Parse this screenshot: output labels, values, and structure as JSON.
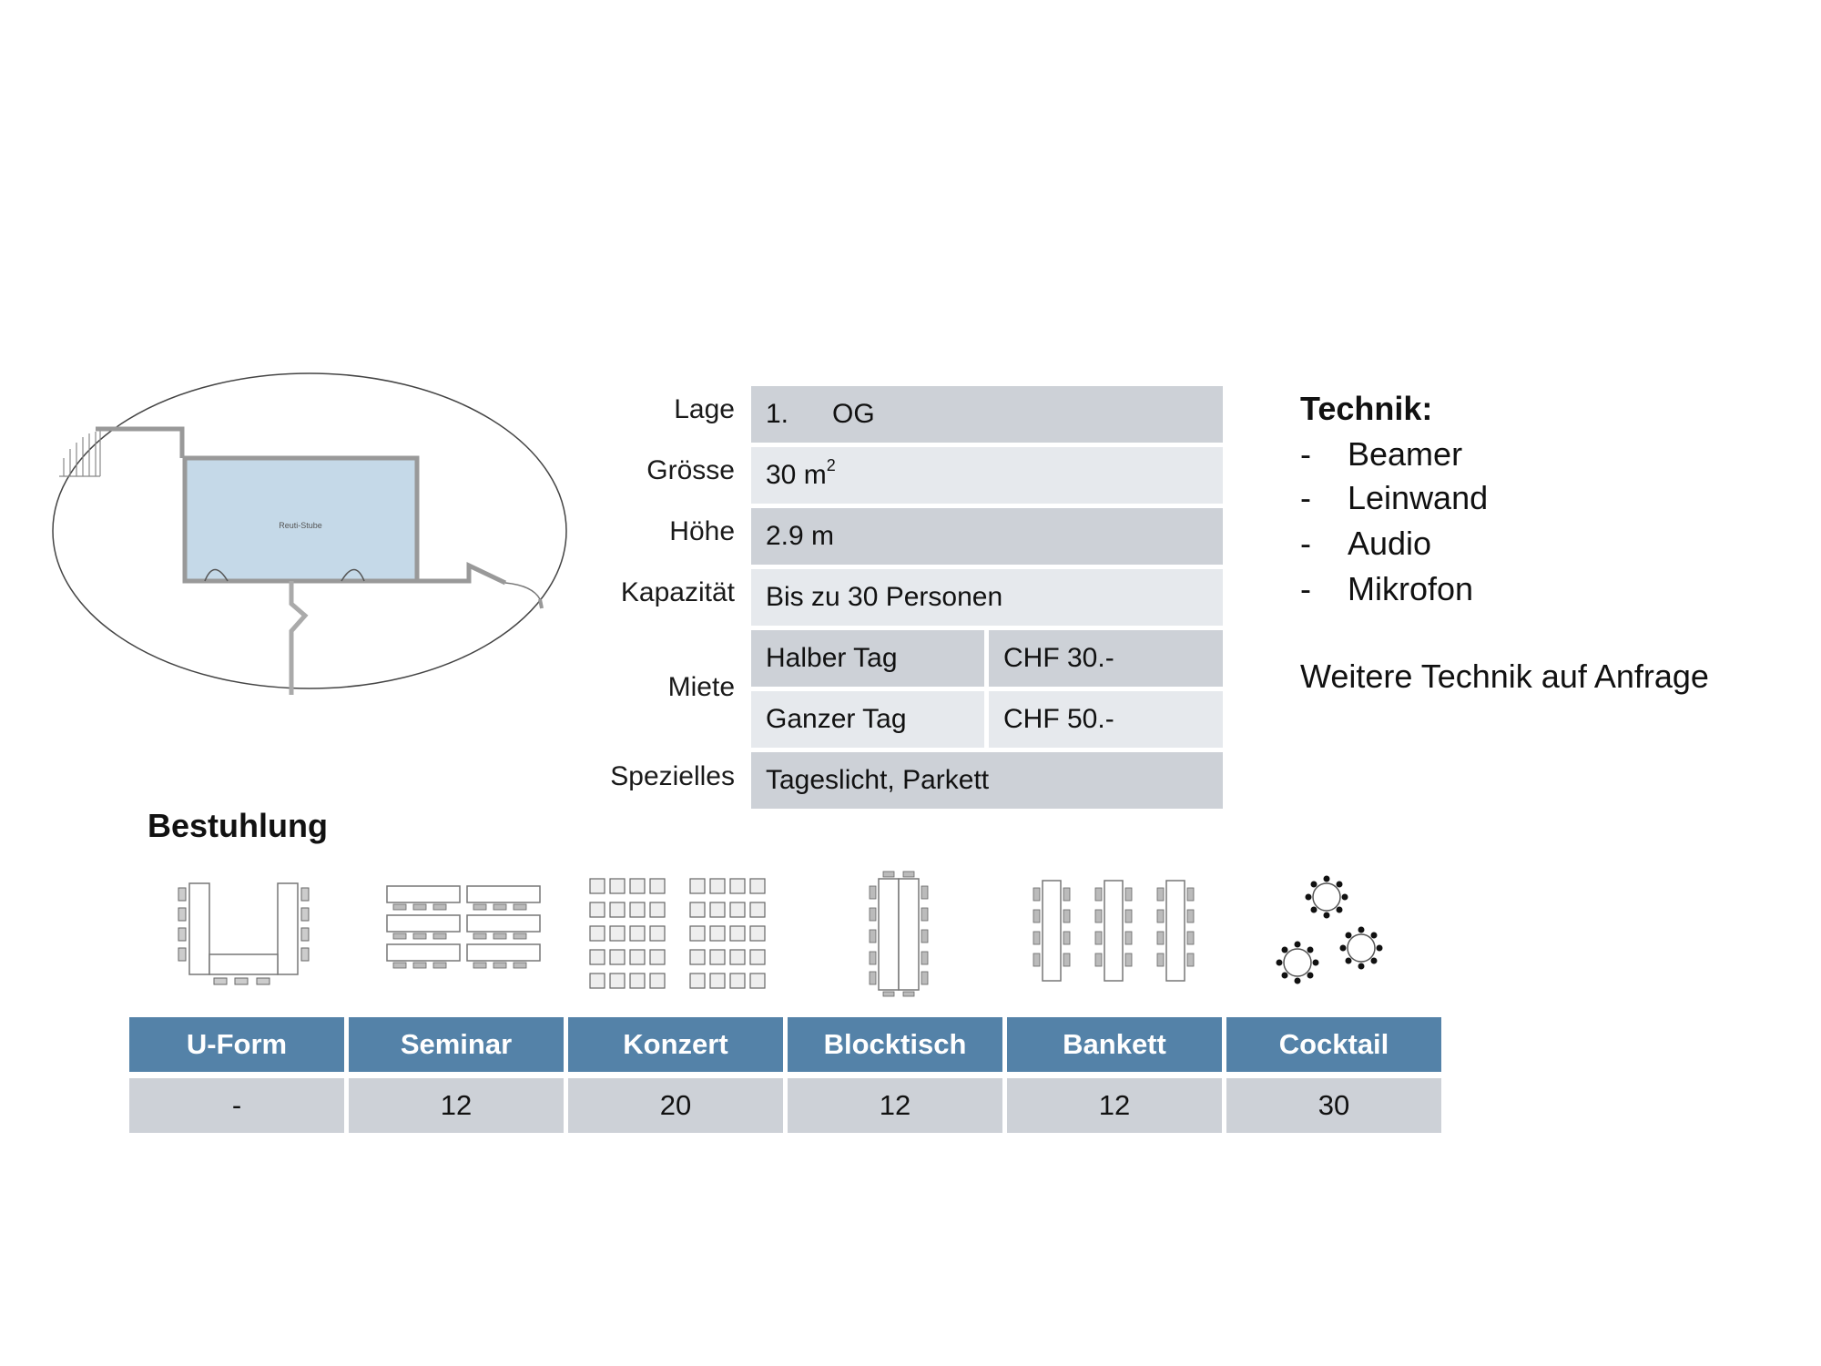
{
  "floorplan": {
    "room_label": "Reuti-Stube"
  },
  "info": {
    "lage_label": "Lage",
    "lage_value_1": "1.",
    "lage_value_2": "OG",
    "groesse_label": "Grösse",
    "groesse_value": "30 m",
    "groesse_sup": "2",
    "hoehe_label": "Höhe",
    "hoehe_value": "2.9 m",
    "kapazitaet_label": "Kapazität",
    "kapazitaet_value": "Bis zu 30 Personen",
    "miete_label": "Miete",
    "miete_rows": [
      {
        "label": "Halber Tag",
        "price": "CHF 30.-"
      },
      {
        "label": "Ganzer Tag",
        "price": "CHF 50.-"
      }
    ],
    "spezielles_label": "Spezielles",
    "spezielles_value": "Tageslicht, Parkett"
  },
  "technik": {
    "title": "Technik:",
    "dash": "-",
    "items": [
      "Beamer",
      "Leinwand",
      "Audio",
      "Mikrofon"
    ],
    "note": "Weitere Technik auf Anfrage"
  },
  "bestuhlung": {
    "title": "Bestuhlung",
    "columns": [
      {
        "name": "U-Form",
        "value": "-",
        "icon": "u-form-icon"
      },
      {
        "name": "Seminar",
        "value": "12",
        "icon": "seminar-icon"
      },
      {
        "name": "Konzert",
        "value": "20",
        "icon": "konzert-icon"
      },
      {
        "name": "Blocktisch",
        "value": "12",
        "icon": "blocktisch-icon"
      },
      {
        "name": "Bankett",
        "value": "12",
        "icon": "bankett-icon"
      },
      {
        "name": "Cocktail",
        "value": "30",
        "icon": "cocktail-icon"
      }
    ]
  },
  "colors": {
    "header_blue": "#5482a8",
    "cell_dark": "#cdd1d7",
    "cell_light": "#e6e9ed",
    "room_fill": "#c5d9e8"
  }
}
